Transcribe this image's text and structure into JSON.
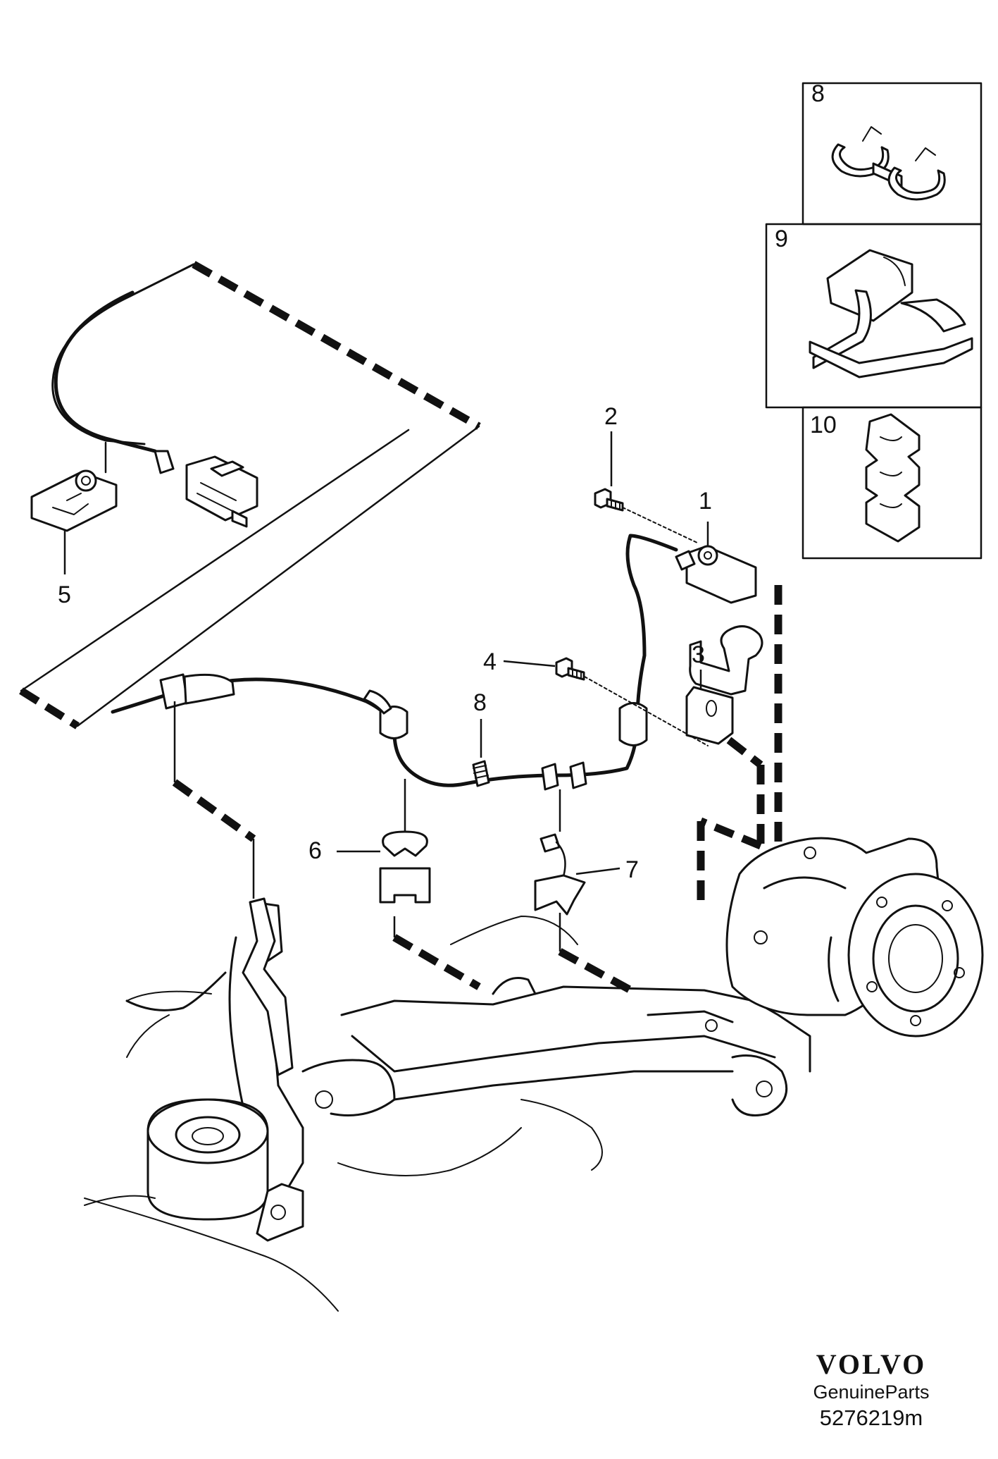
{
  "diagram": {
    "callouts": [
      {
        "id": "1",
        "label": "1"
      },
      {
        "id": "2",
        "label": "2"
      },
      {
        "id": "3",
        "label": "3"
      },
      {
        "id": "4",
        "label": "4"
      },
      {
        "id": "5",
        "label": "5"
      },
      {
        "id": "6",
        "label": "6"
      },
      {
        "id": "7",
        "label": "7"
      },
      {
        "id": "8",
        "label": "8"
      },
      {
        "id": "8b",
        "label": "8"
      },
      {
        "id": "9",
        "label": "9"
      },
      {
        "id": "10",
        "label": "10"
      }
    ]
  },
  "footer": {
    "brand": "VOLVO",
    "subtitle": "GenuineParts",
    "diagram_code": "5276219m"
  }
}
